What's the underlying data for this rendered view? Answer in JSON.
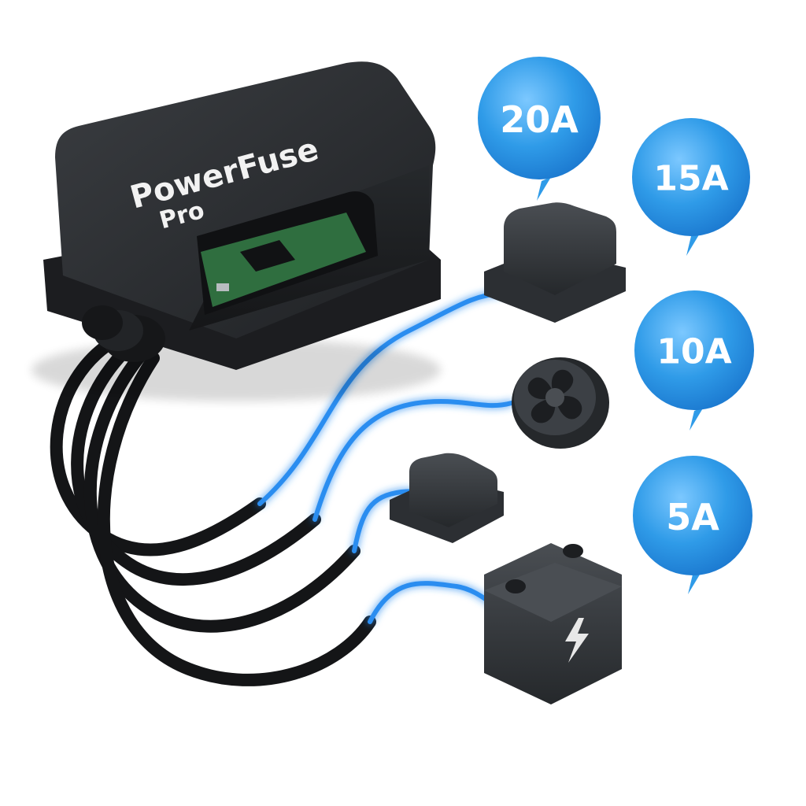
{
  "product": {
    "brand_line1": "PowerFuse",
    "brand_line2": "Pro"
  },
  "ratings": [
    {
      "label": "20A",
      "device": "relay"
    },
    {
      "label": "15A",
      "device": "fan"
    },
    {
      "label": "10A",
      "device": "module"
    },
    {
      "label": "5A",
      "device": "battery"
    }
  ],
  "colors": {
    "background": "#ffffff",
    "bubble": "#2f9be8",
    "wire_glow": "#2a8df0",
    "device": "#2c2f33",
    "pcb": "#2f6e3f"
  },
  "icons": [
    "lightning-bolt-icon",
    "fan-icon"
  ]
}
